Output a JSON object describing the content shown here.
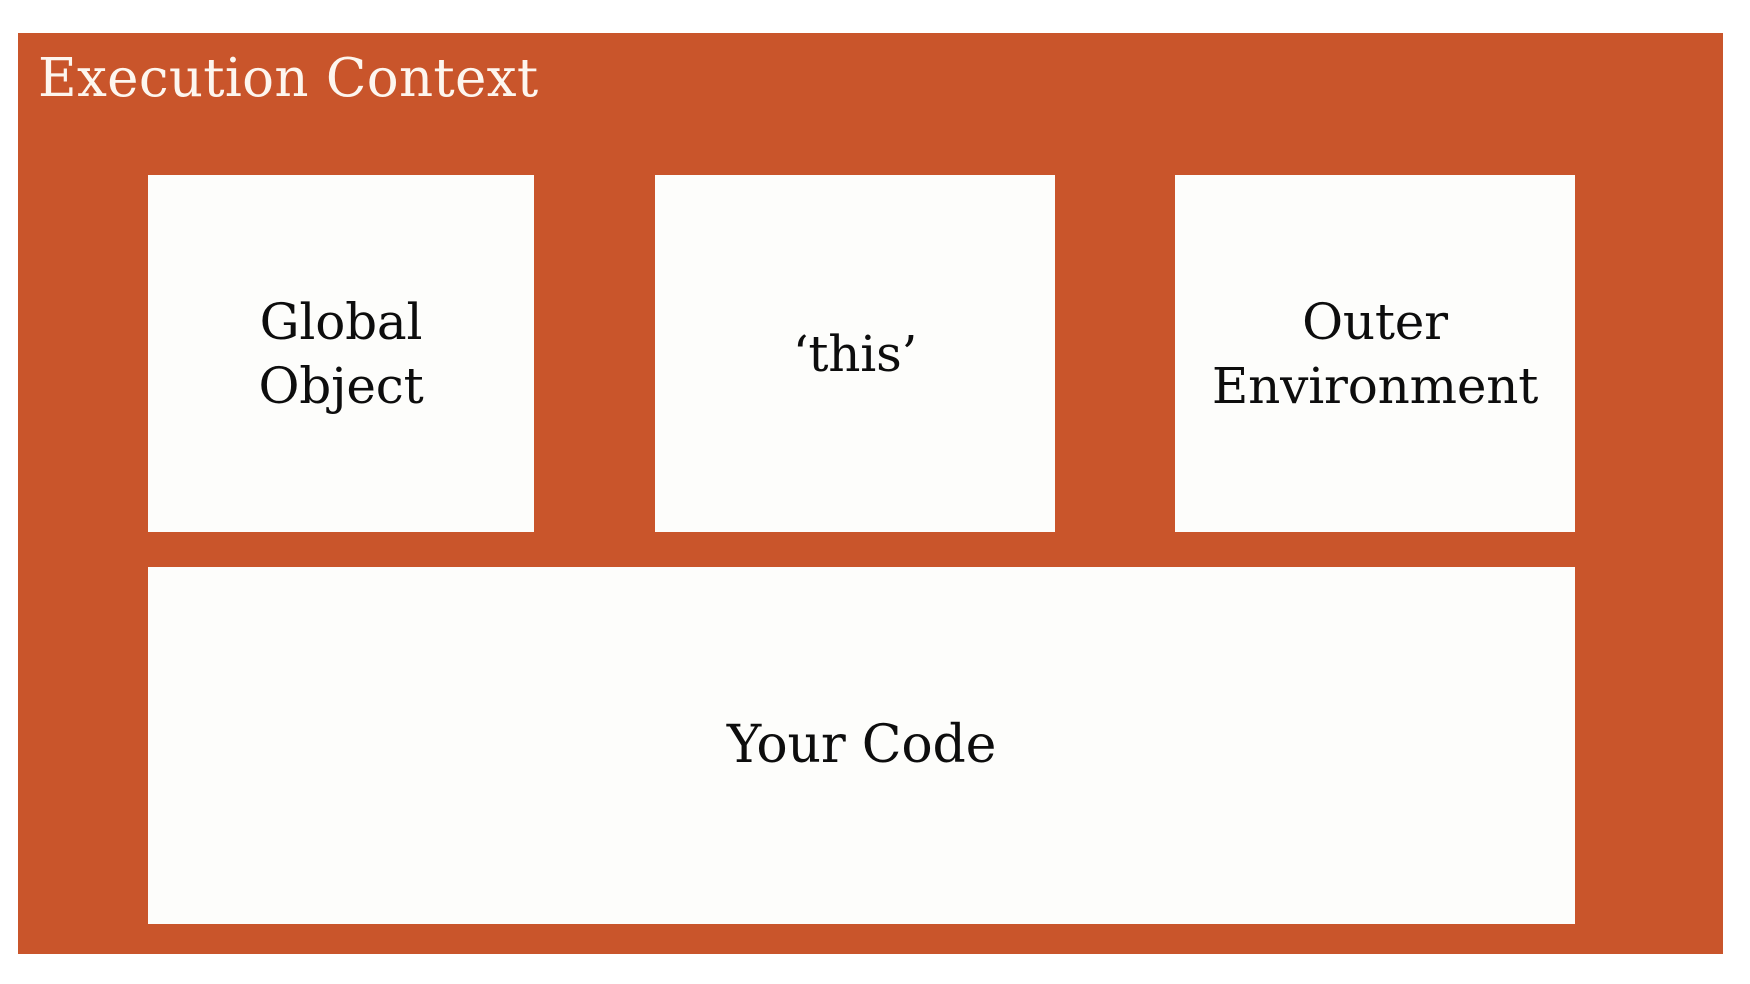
{
  "diagram": {
    "title": "Execution Context",
    "panel_color": "#c9552b",
    "box_color": "#fdfdfb",
    "title_color": "#fdf6ef",
    "label_color": "#0d0d0d",
    "boxes": [
      {
        "id": "global-object",
        "label": "Global\nObject"
      },
      {
        "id": "this",
        "label": "‘this’"
      },
      {
        "id": "outer-environment",
        "label": "Outer\nEnvironment"
      },
      {
        "id": "your-code",
        "label": "Your Code"
      }
    ]
  }
}
